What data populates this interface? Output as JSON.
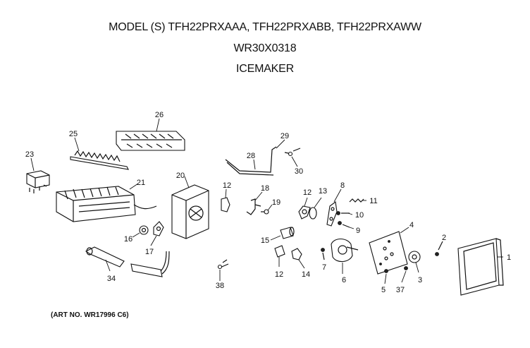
{
  "header": {
    "model_line": "MODEL (S) TFH22PRXAAA, TFH22PRXABB, TFH22PRXAWW",
    "kit_number": "WR30X0318",
    "section_title": "ICEMAKER"
  },
  "footer": {
    "art_number": "(ART NO. WR17996 C6)"
  },
  "callouts": [
    "26",
    "25",
    "23",
    "21",
    "20",
    "12",
    "18",
    "19",
    "29",
    "28",
    "30",
    "12",
    "13",
    "8",
    "11",
    "10",
    "9",
    "4",
    "16",
    "17",
    "15",
    "12",
    "14",
    "7",
    "6",
    "2",
    "1",
    "34",
    "38",
    "5",
    "37",
    "3"
  ]
}
